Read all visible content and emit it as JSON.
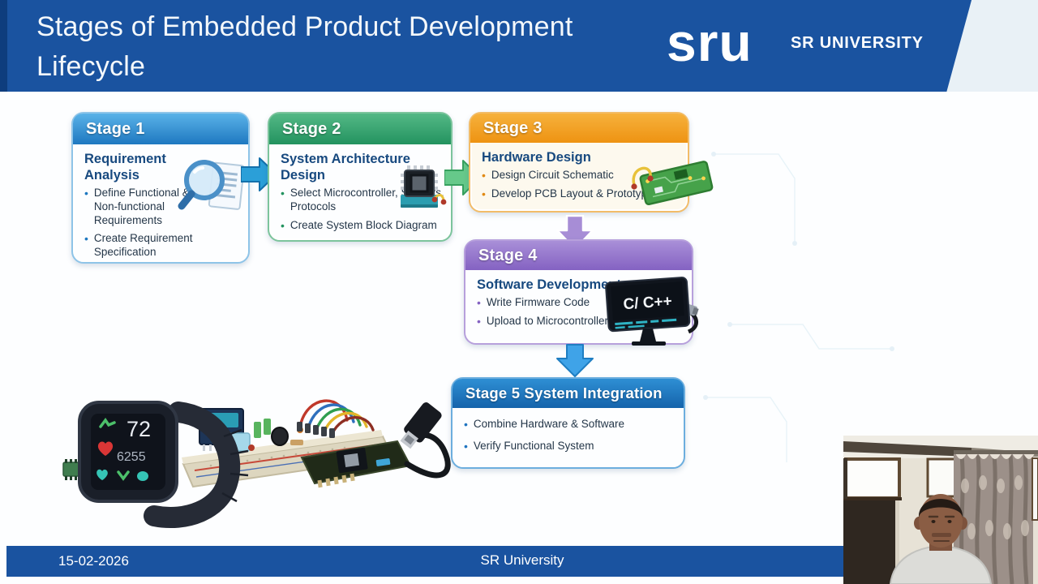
{
  "header": {
    "title_line1": "Stages of Embedded Product Development",
    "title_line2": "Lifecycle",
    "logo_text": "sru",
    "logo_name": "SR UNIVERSITY"
  },
  "stages": [
    {
      "label": "Stage 1",
      "title": "Requirement Analysis",
      "bullets": [
        "Define Functional & Non-functional Requirements",
        "Create Requirement Specification"
      ],
      "accent": "#1e78c0"
    },
    {
      "label": "Stage 2",
      "title": "System Architecture Design",
      "bullets": [
        "Select Microcontroller, Sensors, Protocols",
        "Create System Block Diagram"
      ],
      "accent": "#23935f"
    },
    {
      "label": "Stage 3",
      "title": "Hardware Design",
      "bullets": [
        "Design Circuit Schematic",
        "Develop PCB Layout & Prototype"
      ],
      "accent": "#e08914"
    },
    {
      "label": "Stage 4",
      "title": "Software Development",
      "bullets": [
        "Write Firmware Code",
        "Upload to Microcontroller"
      ],
      "accent": "#8462c2",
      "monitor_text": "C/ C++"
    },
    {
      "label": "Stage 5 System Integration",
      "bullets": [
        "Combine Hardware & Software",
        "Verify Functional System"
      ],
      "accent": "#1f74c0"
    }
  ],
  "illustration": {
    "watch_heart_rate": "72",
    "watch_steps": "6255"
  },
  "footer": {
    "date": "15-02-2026",
    "org": "SR University"
  },
  "colors": {
    "banner_blue": "#1a53a0",
    "stage1_header": "#1e78c0",
    "stage2_header": "#23935f",
    "stage3_header": "#ee9312",
    "stage4_header": "#8462c2",
    "stage5_header": "#1563ab"
  }
}
